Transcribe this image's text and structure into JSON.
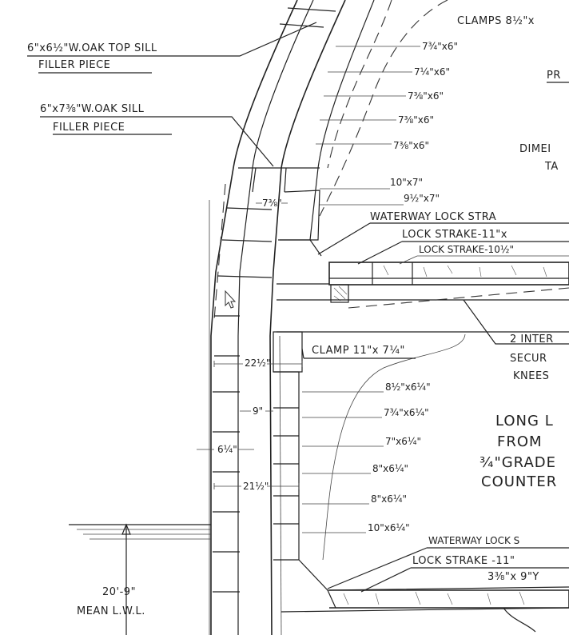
{
  "labels": {
    "top_sill_line1": "6\"x6½\"W.OAK TOP SILL",
    "top_sill_line2": "FILLER PIECE",
    "oak_sill_line1": "6\"x7⅜\"W.OAK SILL",
    "oak_sill_line2": "FILLER PIECE",
    "clamps_top": "CLAMPS 8½\"x",
    "pr": "PR",
    "dimen": "DIMEI",
    "ta": "TA",
    "waterway_lock_strake_top": "WATERWAY LOCK STRA",
    "lock_strake_11_top": "LOCK STRAKE-11\"x",
    "lock_strake_10_top": "LOCK STRAKE-10½\"",
    "clamp_11": "CLAMP 11\"x 7¼\"",
    "inter_1": "2 INTER",
    "inter_2": "SECUR",
    "inter_3": "KNEES",
    "long_1": "LONG L",
    "long_2": "FROM",
    "long_3": "¾\"GRADE",
    "long_4": "COUNTER",
    "waterway_lock_bottom": "WATERWAY LOCK S",
    "lock_strake_11_bottom": "LOCK STRAKE -11\"",
    "bottom_dim": "3⅜\"x 9\"Y",
    "mean_lwl_value": "20'-9\"",
    "mean_lwl_label": "MEAN L.W.L."
  },
  "upper_timbers": [
    "7¾\"x6\"",
    "7¼\"x6\"",
    "7⅜\"x6\"",
    "7⅜\"x6\"",
    "7⅜\"x6\""
  ],
  "upper_small": [
    "10\"x7\"",
    "9½\"x7\""
  ],
  "lower_timbers": [
    "8½\"x6¼\"",
    "7¾\"x6¼\"",
    "7\"x6¼\"",
    "8\"x6¼\"",
    "8\"x6¼\"",
    "10\"x6¼\""
  ],
  "dimensions": {
    "d_7_38": "7⅜\"",
    "d_22_12": "22½\"",
    "d_9": "9\"",
    "d_6_14": "6¼\"",
    "d_21_12": "21½\""
  }
}
